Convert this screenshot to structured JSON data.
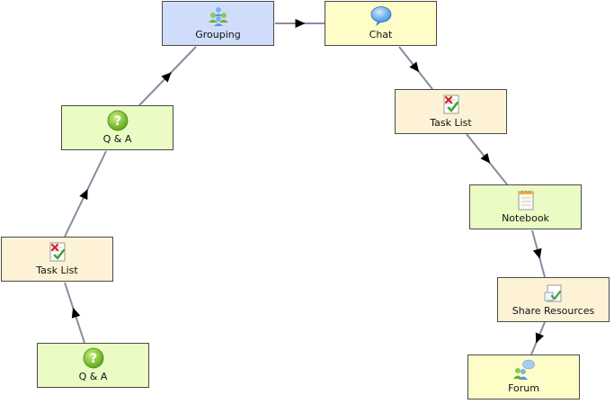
{
  "diagram": {
    "nodes": [
      {
        "id": "qa_bottom",
        "type": "qa",
        "label": "Q & A",
        "icon": "question-icon"
      },
      {
        "id": "task_left",
        "type": "tasklist",
        "label": "Task List",
        "icon": "tasklist-icon"
      },
      {
        "id": "qa_mid",
        "type": "qa",
        "label": "Q & A",
        "icon": "question-icon"
      },
      {
        "id": "grouping",
        "type": "grouping",
        "label": "Grouping",
        "icon": "people-icon"
      },
      {
        "id": "chat",
        "type": "chat",
        "label": "Chat",
        "icon": "speech-bubble-icon"
      },
      {
        "id": "task_right",
        "type": "tasklist",
        "label": "Task List",
        "icon": "tasklist-icon"
      },
      {
        "id": "notebook",
        "type": "notebook",
        "label": "Notebook",
        "icon": "notepad-icon"
      },
      {
        "id": "share",
        "type": "share",
        "label": "Share Resources",
        "icon": "share-resources-icon"
      },
      {
        "id": "forum",
        "type": "forum",
        "label": "Forum",
        "icon": "forum-icon"
      }
    ],
    "edges": [
      {
        "from": "qa_bottom",
        "to": "task_left"
      },
      {
        "from": "task_left",
        "to": "qa_mid"
      },
      {
        "from": "qa_mid",
        "to": "grouping"
      },
      {
        "from": "grouping",
        "to": "chat"
      },
      {
        "from": "chat",
        "to": "task_right"
      },
      {
        "from": "task_right",
        "to": "notebook"
      },
      {
        "from": "notebook",
        "to": "share"
      },
      {
        "from": "share",
        "to": "forum"
      }
    ],
    "colors": {
      "grouping": "#cfddfb",
      "chat": "#fefdc8",
      "tasklist": "#fdf2d6",
      "qa": "#eafbc3",
      "notebook": "#eafbc3",
      "share": "#fdf2d6",
      "forum": "#fefdc8",
      "edge": "#8a8aa0",
      "arrow": "#000000",
      "border": "#4a4a4a"
    }
  }
}
